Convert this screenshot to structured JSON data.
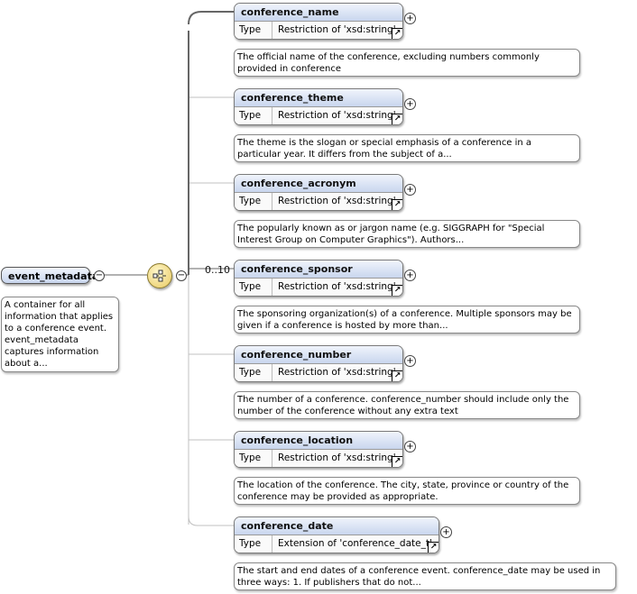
{
  "root": {
    "name": "event_metadata",
    "documentation": "A container for all information that applies to a conference event. event_metadata captures information about a...",
    "collapse_symbol": "−"
  },
  "compositor": {
    "type": "sequence",
    "collapse_symbol": "−"
  },
  "type_label": "Type",
  "expand_symbol": "+",
  "link_symbol": "↗",
  "colors": {
    "header_top": "#f0f4fc",
    "header_bottom": "#c9d6ee",
    "connector": "#c0c0c0",
    "connector_active": "#666666",
    "sequence_fill": "#e8c860"
  },
  "children": [
    {
      "name": "conference_name",
      "occurs": "",
      "type": "Restriction of 'xsd:string'",
      "documentation": "The official name of the conference, excluding numbers commonly provided in conference"
    },
    {
      "name": "conference_theme",
      "occurs": "",
      "type": "Restriction of 'xsd:string'",
      "documentation": "The theme is the slogan or special emphasis of a conference in a particular year. It differs from the subject of a..."
    },
    {
      "name": "conference_acronym",
      "occurs": "",
      "type": "Restriction of 'xsd:string'",
      "documentation": "The popularly known as or jargon name (e.g. SIGGRAPH for \"Special Interest Group on Computer Graphics\"). Authors..."
    },
    {
      "name": "conference_sponsor",
      "occurs": "0..10",
      "type": "Restriction of 'xsd:string'",
      "documentation": "The sponsoring organization(s) of a conference. Multiple sponsors may be given if a conference is hosted by more than..."
    },
    {
      "name": "conference_number",
      "occurs": "",
      "type": "Restriction of 'xsd:string'",
      "documentation": "The number of a conference. conference_number should include only the number of the conference without any extra text"
    },
    {
      "name": "conference_location",
      "occurs": "",
      "type": "Restriction of 'xsd:string'",
      "documentation": "The location of the conference. The city, state, province or country of the conference may be provided as appropriate."
    },
    {
      "name": "conference_date",
      "occurs": "",
      "type": "Extension of 'conference_date_t'",
      "documentation": "The start and end dates of a conference event. conference_date may be used in three ways: 1. If publishers that do not..."
    }
  ]
}
